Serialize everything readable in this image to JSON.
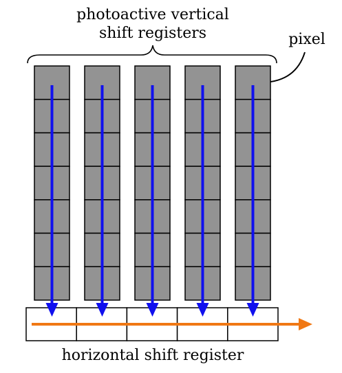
{
  "labels": {
    "vertical_registers_line1": "photoactive vertical",
    "vertical_registers_line2": "shift registers",
    "pixel": "pixel",
    "horizontal_register": "horizontal shift register"
  },
  "structure": {
    "column_count": 5,
    "pixels_per_column": 7,
    "horizontal_cell_count": 5
  },
  "colors": {
    "pixel_fill": "#939393",
    "cell_border": "#000000",
    "vertical_arrow": "#1010ee",
    "horizontal_arrow": "#f07814",
    "text": "#000000"
  }
}
